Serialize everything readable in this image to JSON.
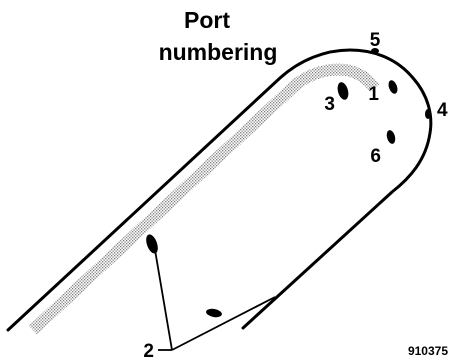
{
  "title": {
    "line1": "Port",
    "line2": "numbering"
  },
  "ports": {
    "p1": "1",
    "p2": "2",
    "p3": "3",
    "p4": "4",
    "p5": "5",
    "p6": "6"
  },
  "figure_code": "910375",
  "colors": {
    "ink": "#000000",
    "shading": "#9a9a9a",
    "background": "#ffffff"
  }
}
